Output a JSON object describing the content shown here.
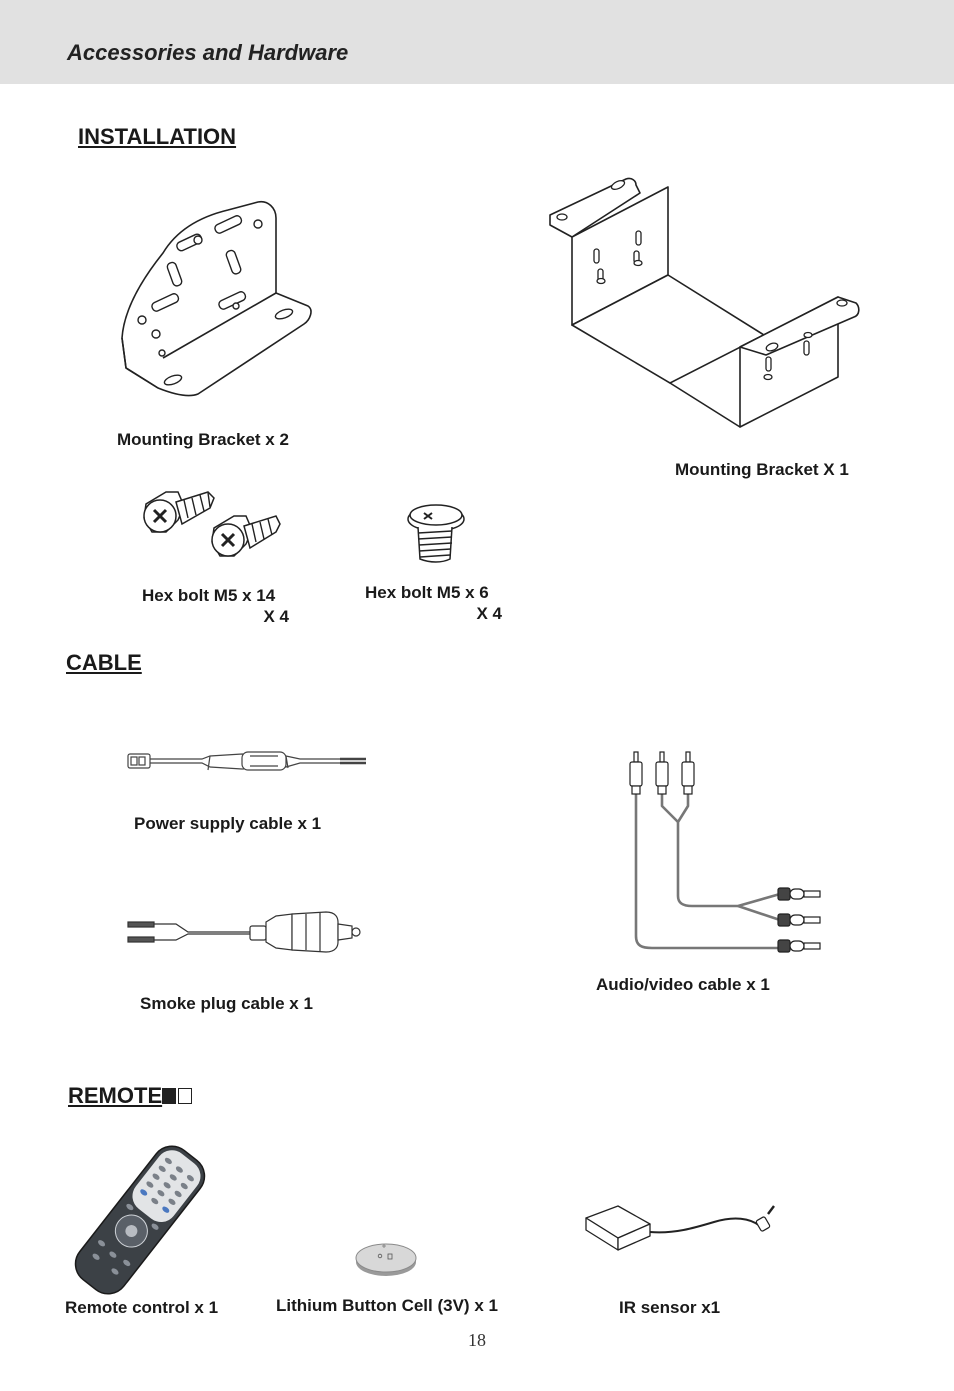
{
  "header": {
    "title": "Accessories and Hardware"
  },
  "sections": {
    "installation": "INSTALLATION",
    "cable": "CABLE",
    "remote": "REMOTE"
  },
  "items": {
    "bracket_small": "Mounting Bracket x 2",
    "bracket_large": "Mounting Bracket X 1",
    "hex14_line1": "Hex bolt M5 x 14",
    "hex14_line2": "X 4",
    "hex6_line1": "Hex bolt M5 x 6",
    "hex6_line2": "X 4",
    "power_cable": "Power supply cable x 1",
    "smoke_cable": "Smoke plug cable  x 1",
    "av_cable": "Audio/video cable x 1",
    "remote_control": "Remote control  x 1",
    "battery": "Lithium Button Cell (3V) x 1",
    "ir_sensor": "IR sensor  x1"
  },
  "page_number": "18"
}
